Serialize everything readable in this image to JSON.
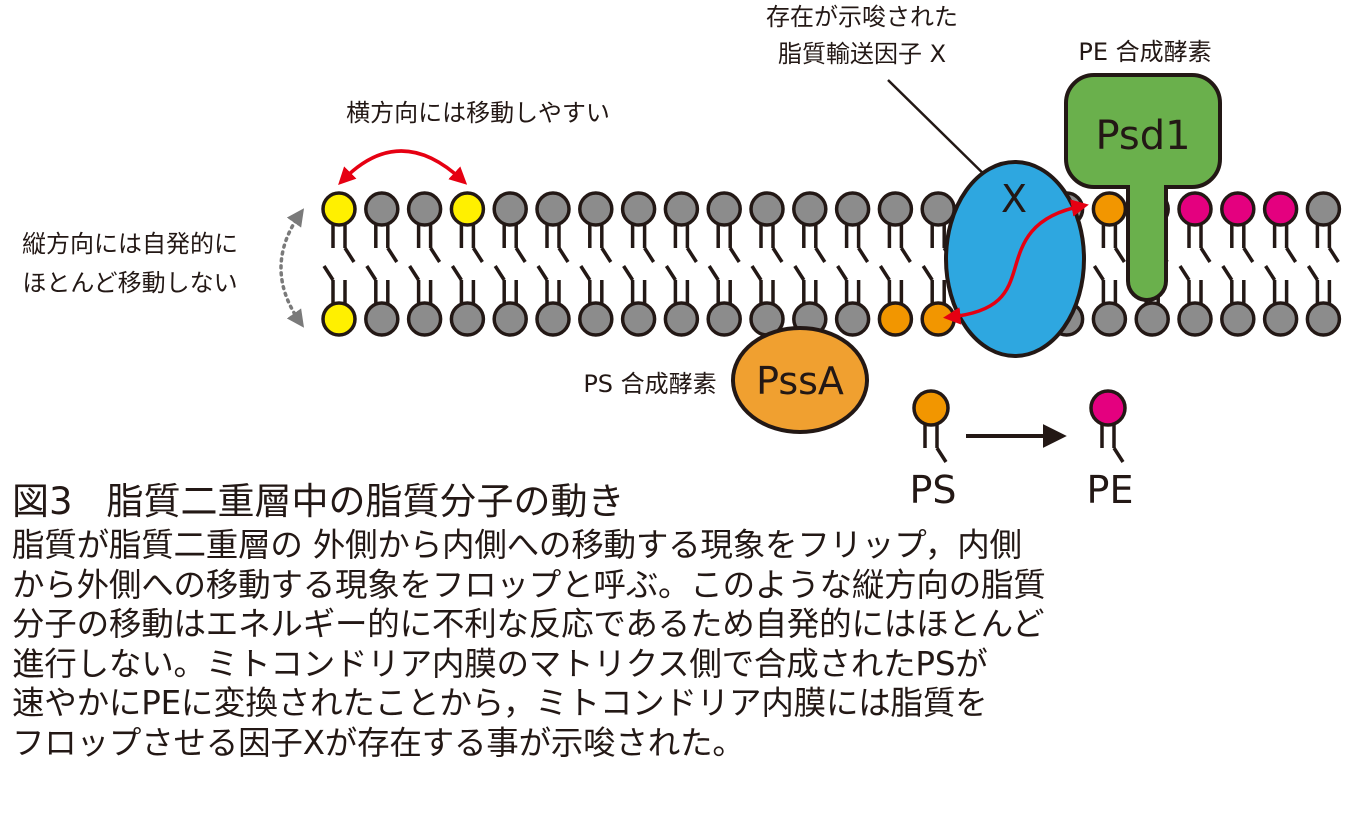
{
  "labels": {
    "lateral": "横方向には移動しやすい",
    "vertical_line1": "縦方向には自発的に",
    "vertical_line2": "ほとんど移動しない",
    "factor_x_line1": "存在が示唆された",
    "factor_x_line2": "脂質輸送因子 X",
    "factor_x_letter": "X",
    "pe_synthase": "PE 合成酵素",
    "psd1": "Psd1",
    "ps_synthase": "PS 合成酵素",
    "pssa": "PssA",
    "ps": "PS",
    "pe": "PE"
  },
  "caption": {
    "figure_number": "図3",
    "title": "脂質二重層中の脂質分子の動き",
    "lines": [
      "脂質が脂質二重層の 外側から内側への移動する現象をフリップ，内側",
      "から外側への移動する現象をフロップと呼ぶ。このような縦方向の脂質",
      "分子の移動はエネルギー的に不利な反応であるため自発的にはほとんど",
      "進行しない。ミトコンドリア内膜のマトリクス側で合成されたPSが",
      "速やかにPEに変換されたことから，ミトコンドリア内膜には脂質を",
      "フロップさせる因子Xが存在する事が示唆された。"
    ]
  },
  "colors": {
    "lipid_gray": "#8c8c8c",
    "lipid_yellow": "#fff000",
    "ps_orange": "#f29600",
    "pe_magenta": "#e4007f",
    "arrow_red": "#e60012",
    "factor_x_blue": "#2ea7e0",
    "psd1_green": "#6ab04c",
    "pssa_orange": "#f0a030",
    "outline": "#231815"
  },
  "membrane": {
    "top_leaflet": [
      "yellow",
      "gray",
      "gray",
      "yellow",
      "gray",
      "gray",
      "gray",
      "gray",
      "gray",
      "gray",
      "gray",
      "gray",
      "gray",
      "gray",
      "gray",
      "gray",
      "gray",
      "gray",
      "orange",
      "orange",
      "magenta",
      "magenta",
      "magenta",
      "gray"
    ],
    "bottom_leaflet": [
      "yellow",
      "gray",
      "gray",
      "gray",
      "gray",
      "gray",
      "gray",
      "gray",
      "gray",
      "gray",
      "gray",
      "gray",
      "gray",
      "orange",
      "orange",
      "orange",
      "gray",
      "gray",
      "gray",
      "gray",
      "gray",
      "gray",
      "gray",
      "gray"
    ]
  }
}
